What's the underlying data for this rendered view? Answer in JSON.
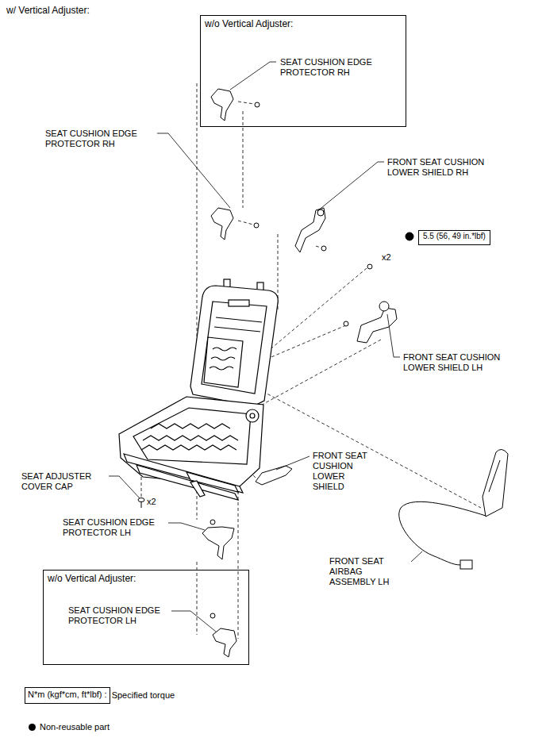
{
  "diagram": {
    "title": "w/ Vertical Adjuster:",
    "nodes": [
      {
        "text": [
          "w/o Vertical Adjuster:",
          "SEAT CUSHION EDGE PROTECTOR RH"
        ]
      },
      {
        "text": [
          "5.5 (56, 49 in.*lbf)"
        ]
      },
      {
        "text": [
          "w/o Vertical Adjuster:",
          "SEAT CUSHION EDGE PROTECTOR LH"
        ]
      },
      {
        "text": [
          "N*m (kgf*cm, ft*lbf) :"
        ]
      }
    ],
    "labels": [
      "SEAT CUSHION EDGE PROTECTOR RH",
      "FRONT SEAT CUSHION LOWER SHIELD RH",
      "x2",
      "FRONT SEAT CUSHION LOWER SHIELD LH",
      "FRONT SEAT CUSHION LOWER SHIELD",
      "SEAT ADJUSTER COVER CAP",
      "x2",
      "SEAT CUSHION EDGE PROTECTOR LH",
      "FRONT SEAT AIRBAG ASSEMBLY LH"
    ],
    "legend": [
      {
        "text": "Specified torque"
      },
      {
        "text": "Non-reusable part"
      }
    ]
  }
}
